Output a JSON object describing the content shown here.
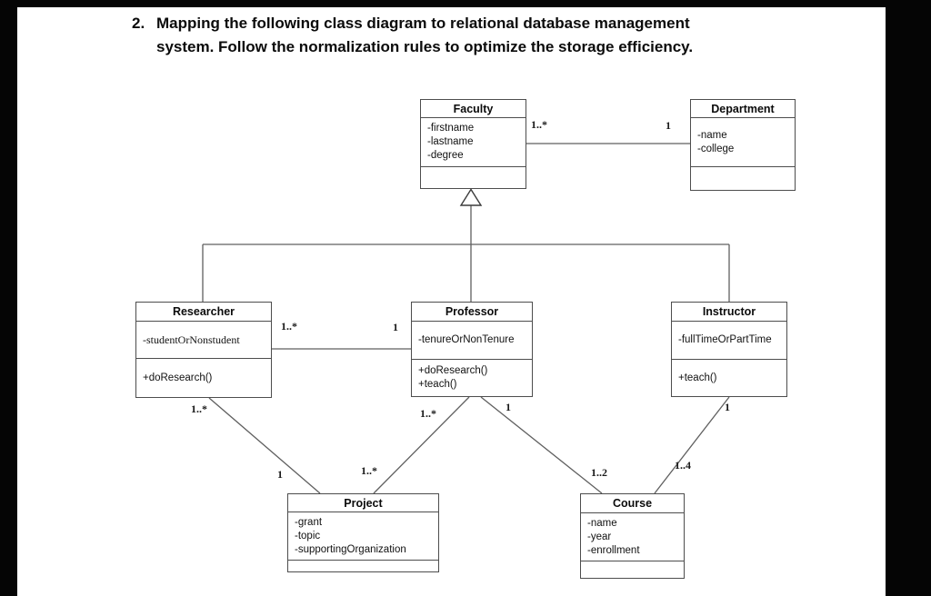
{
  "question": {
    "number": "2.",
    "line1": "Mapping the following class diagram to relational database management",
    "line2": "system. Follow the normalization rules to optimize the storage efficiency."
  },
  "colors": {
    "letterbox_bar": "#050505",
    "association_line": "#5f5f5f",
    "box_border": "#4d4d4d",
    "text": "#111111"
  },
  "diagram": {
    "classes": [
      {
        "id": "faculty",
        "name": "Faculty",
        "attributes": [
          "-firstname",
          "-lastname",
          "-degree"
        ],
        "methods": []
      },
      {
        "id": "department",
        "name": "Department",
        "attributes": [
          "-name",
          "-college"
        ],
        "methods": []
      },
      {
        "id": "researcher",
        "name": "Researcher",
        "attributes": [
          "-studentOrNonstudent"
        ],
        "methods": [
          "+doResearch()"
        ]
      },
      {
        "id": "professor",
        "name": "Professor",
        "attributes": [
          "-tenureOrNonTenure"
        ],
        "methods": [
          "+doResearch()",
          "+teach()"
        ]
      },
      {
        "id": "instructor",
        "name": "Instructor",
        "attributes": [
          "-fullTimeOrPartTime"
        ],
        "methods": [
          "+teach()"
        ]
      },
      {
        "id": "project",
        "name": "Project",
        "attributes": [
          "-grant",
          "-topic",
          "-supportingOrganization"
        ],
        "methods": []
      },
      {
        "id": "course",
        "name": "Course",
        "attributes": [
          "-name",
          "-year",
          "-enrollment"
        ],
        "methods": []
      }
    ],
    "multiplicities": [
      {
        "id": "faculty-department-near",
        "label": "1..*"
      },
      {
        "id": "faculty-department-far",
        "label": "1"
      },
      {
        "id": "researcher-professor-near",
        "label": "1..*"
      },
      {
        "id": "researcher-professor-far",
        "label": "1"
      },
      {
        "id": "researcher-project-near",
        "label": "1..*"
      },
      {
        "id": "researcher-project-far",
        "label": "1"
      },
      {
        "id": "professor-project-near",
        "label": "1..*"
      },
      {
        "id": "professor-project-far",
        "label": "1..*"
      },
      {
        "id": "professor-course-near",
        "label": "1"
      },
      {
        "id": "professor-course-far",
        "label": "1..2"
      },
      {
        "id": "instructor-course-near",
        "label": "1"
      },
      {
        "id": "instructor-course-far",
        "label": "1..4"
      }
    ],
    "relationships": [
      "Faculty 1..* — 1 Department",
      "Researcher, Professor, Instructor inherit Faculty",
      "Researcher 1..* — 1 Professor",
      "Researcher 1..* — 1 Project",
      "Professor 1..* — 1..* Project",
      "Professor 1 — 1..2 Course",
      "Instructor 1 — 1..4 Course"
    ]
  }
}
